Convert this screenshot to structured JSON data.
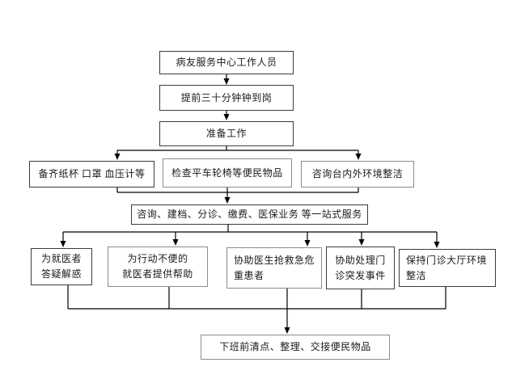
{
  "diagram": {
    "type": "flowchart",
    "background_color": "#ffffff",
    "line_color": "#000000",
    "box_border_dark": "#3c3c3c",
    "box_border_gray": "#8c8c8c",
    "nodes": {
      "staff": {
        "label": "病友服务中心工作人员"
      },
      "arrive": {
        "label": "提前三十分钟钟到岗"
      },
      "prepare": {
        "label": "准备工作"
      },
      "cups": {
        "label": "备齐纸杯 口罩 血压计等"
      },
      "check": {
        "label": "检查平车轮椅等便民物品"
      },
      "desk": {
        "label": "咨询台内外环境整洁"
      },
      "onestop": {
        "label": "咨询、建档、分诊、缴费、医保业务 等一站式服务"
      },
      "answer": {
        "label": [
          "为就医者",
          "答疑解惑"
        ]
      },
      "mobility": {
        "label": [
          "为行动不便的",
          "就医者提供帮助"
        ]
      },
      "rescue": {
        "label": [
          "协助医生抢救急危",
          "重患者"
        ]
      },
      "incident": {
        "label": [
          "协助处理门",
          "诊突发事件"
        ]
      },
      "hall": {
        "label": [
          "保持门诊大厅环境",
          "整洁"
        ]
      },
      "closing": {
        "label": "下班前清点、整理、交接便民物品"
      }
    },
    "edges": [
      {
        "from": "staff",
        "to": "arrive"
      },
      {
        "from": "arrive",
        "to": "prepare"
      },
      {
        "from": "prepare",
        "to": "cups"
      },
      {
        "from": "prepare",
        "to": "desk"
      },
      {
        "from": "cups",
        "to": "onestop"
      },
      {
        "from": "check",
        "to": "onestop"
      },
      {
        "from": "desk",
        "to": "onestop"
      },
      {
        "from": "onestop",
        "to": "answer"
      },
      {
        "from": "onestop",
        "to": "mobility"
      },
      {
        "from": "onestop",
        "to": "rescue"
      },
      {
        "from": "onestop",
        "to": "incident"
      },
      {
        "from": "onestop",
        "to": "hall"
      },
      {
        "from": "answer",
        "to": "closing"
      },
      {
        "from": "mobility",
        "to": "closing"
      },
      {
        "from": "rescue",
        "to": "closing"
      },
      {
        "from": "incident",
        "to": "closing"
      },
      {
        "from": "hall",
        "to": "closing"
      }
    ]
  }
}
